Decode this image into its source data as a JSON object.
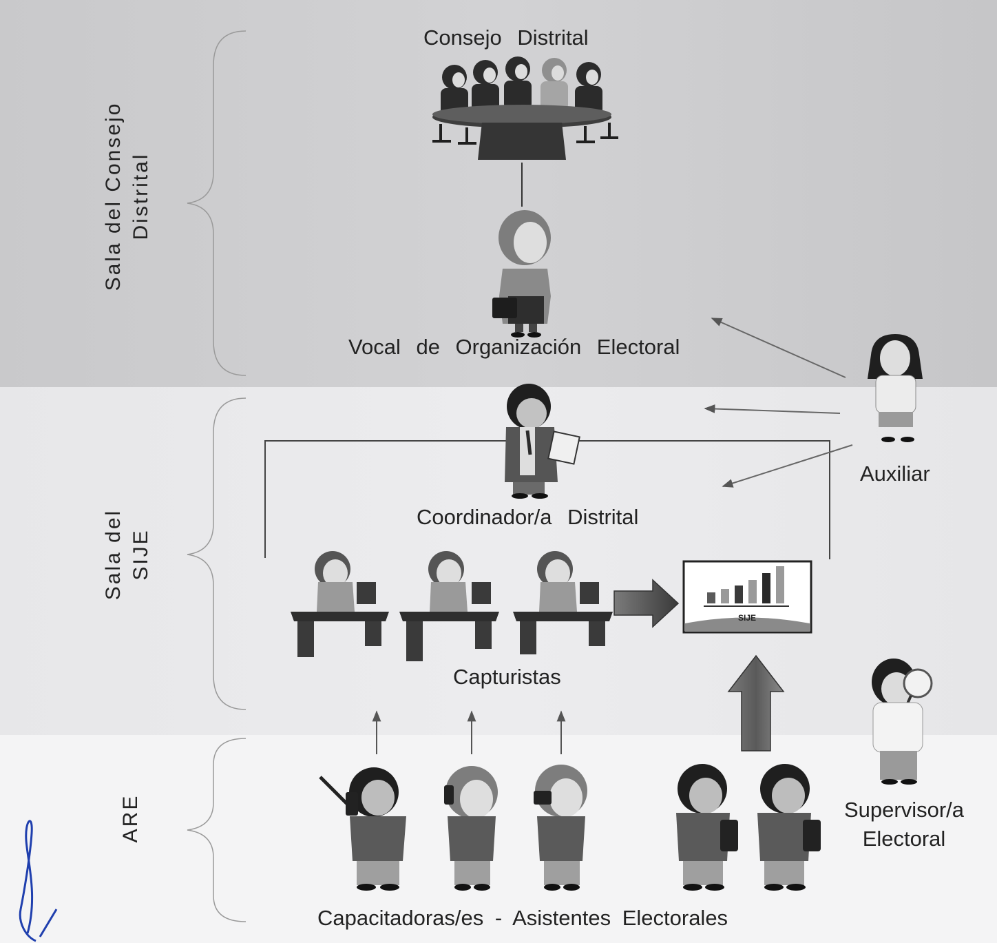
{
  "sections": {
    "consejo": "Sala del Consejo Distrital",
    "consejo_line1": "Sala del Consejo",
    "consejo_line2": "Distrital",
    "sije_line1": "Sala del",
    "sije_line2": "SIJE",
    "are": "ARE"
  },
  "nodes": {
    "consejo_distrital": "Consejo Distrital",
    "vocal": "Vocal de Organización Electoral",
    "coordinador": "Coordinador/a Distrital",
    "auxiliar": "Auxiliar",
    "capturistas": "Capturistas",
    "sije_screen": "SIJE",
    "supervisor_line1": "Supervisor/a",
    "supervisor_line2": "Electoral",
    "capacitadores": "Capacitadoras/es - Asistentes Electorales"
  },
  "colors": {
    "band_top": "#cfcfd1",
    "band_mid": "#eaeaec",
    "band_bot": "#f4f4f5",
    "figure_dark": "#2b2b2b",
    "figure_mid": "#6f6f6f",
    "figure_light": "#a9a9a9",
    "signature_ink": "#1f3fae"
  }
}
